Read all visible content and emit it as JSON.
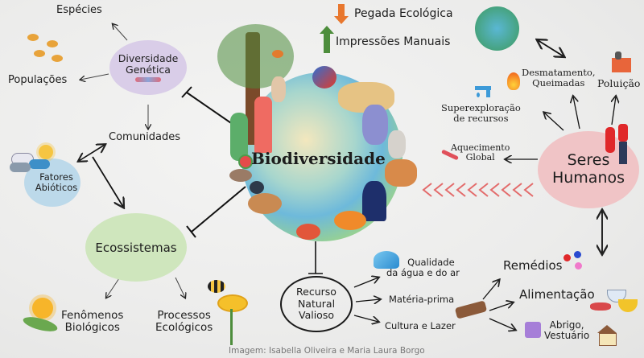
{
  "center": {
    "title": "Biodiversidade"
  },
  "top": {
    "pegada": "Pegada Ecológica",
    "impressoes": "Impressões Manuais",
    "arrow_down_color": "#e8772e",
    "arrow_up_color": "#4d8d3c"
  },
  "genetic": {
    "bubble_line1": "Diversidade",
    "bubble_line2": "Genética",
    "color": "#d9cde8",
    "especies": "Espécies",
    "populacoes": "Populações",
    "comunidades": "Comunidades"
  },
  "abiotic": {
    "line1": "Fatores",
    "line2": "Abióticos",
    "color": "#bcd9ea"
  },
  "ecosystems": {
    "label": "Ecossistemas",
    "color": "#cfe6bd",
    "fenomenos_1": "Fenômenos",
    "fenomenos_2": "Biológicos",
    "processos_1": "Processos",
    "processos_2": "Ecológicos"
  },
  "humans": {
    "line1": "Seres",
    "line2": "Humanos",
    "color": "#f0c4c6",
    "desmatamento_1": "Desmatamento,",
    "desmatamento_2": "Queimadas",
    "poluicao": "Poluição",
    "super_1": "Superexploração",
    "super_2": "de recursos",
    "aquecimento_1": "Aquecimento",
    "aquecimento_2": "Global",
    "chevron_color": "#e36b6b"
  },
  "resource": {
    "line1": "Recurso",
    "line2": "Natural",
    "line3": "Valioso",
    "qualidade_1": "Qualidade",
    "qualidade_2": "da água e do ar",
    "materia": "Matéria-prima",
    "cultura": "Cultura e Lazer",
    "remedios": "Remédios",
    "alimentacao": "Alimentação",
    "abrigo_1": "Abrigo,",
    "abrigo_2": "Vestuário"
  },
  "credit": "Imagem: Isabella Oliveira e Maria Laura Borgo"
}
